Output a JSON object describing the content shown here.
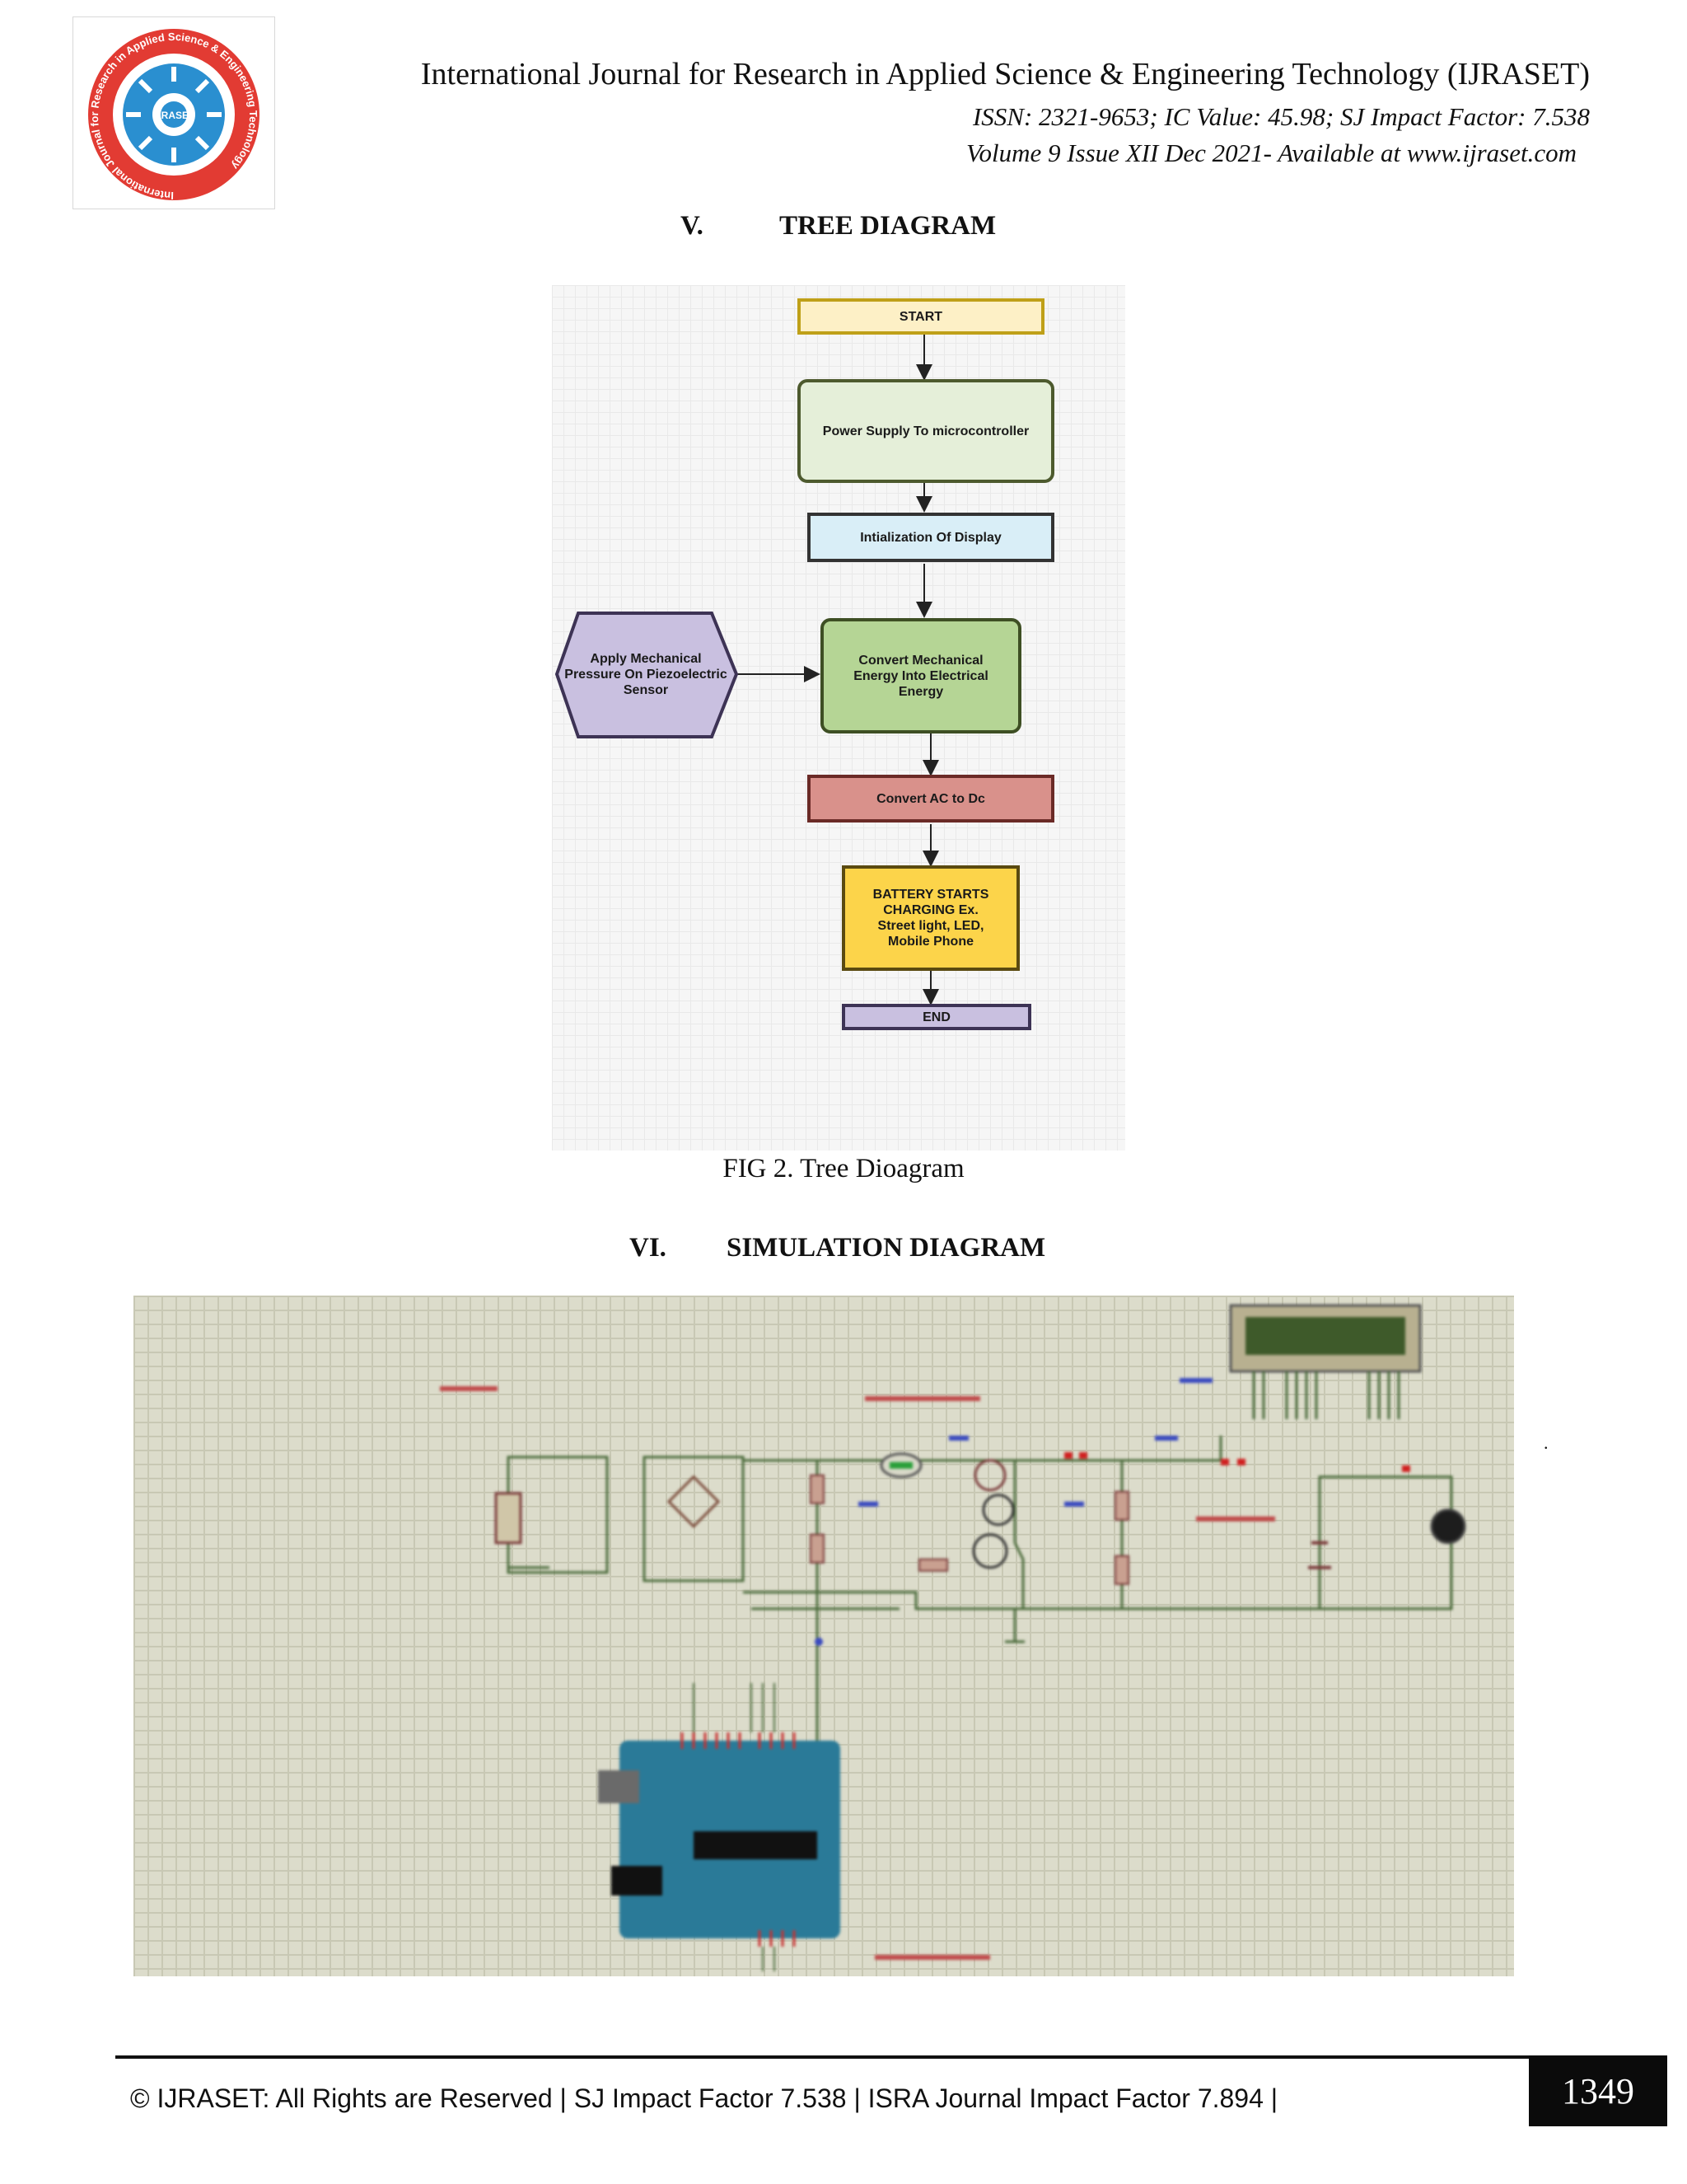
{
  "header": {
    "logo_ring_text": "International Journal for Research in Applied Science & Engineering Technology",
    "logo_center_text": "IJRASET",
    "journal_title": "International Journal for Research in Applied Science & Engineering Technology (IJRASET)",
    "issn_line": "ISSN: 2321-9653; IC Value: 45.98; SJ Impact Factor: 7.538",
    "volume_line": "Volume 9 Issue XII Dec 2021- Available at www.ijraset.com"
  },
  "section5": {
    "number": "V.",
    "title": "TREE DIAGRAM"
  },
  "flowchart": {
    "nodes": {
      "start": "START",
      "power_supply": "Power Supply To microcontroller",
      "init_display": "Intialization Of Display",
      "apply_pressure": "Apply Mechanical Pressure On Piezoelectric Sensor",
      "convert_energy": "Convert Mechanical Energy Into Electrical Energy",
      "convert_ac_dc": "Convert AC to Dc",
      "battery": "BATTERY STARTS CHARGING Ex. Street light, LED, Mobile Phone",
      "end": "END"
    },
    "colors": {
      "start_fill": "#fdf0c6",
      "power_fill": "#e5efd9",
      "display_fill": "#d9eef7",
      "pressure_fill": "#c9c0e0",
      "energy_fill": "#b5d595",
      "acdc_fill": "#d9918b",
      "battery_fill": "#fcd44a",
      "end_fill": "#c9c0e0"
    }
  },
  "figure_caption": "FIG 2. Tree Dioagram",
  "section6": {
    "number": "VI.",
    "title": "SIMULATION  DIAGRAM"
  },
  "stray_mark": ".",
  "footer": {
    "text": "© IJRASET: All Rights are Reserved | SJ Impact Factor 7.538 | ISRA Journal Impact Factor 7.894 |",
    "page_number": "1349"
  }
}
